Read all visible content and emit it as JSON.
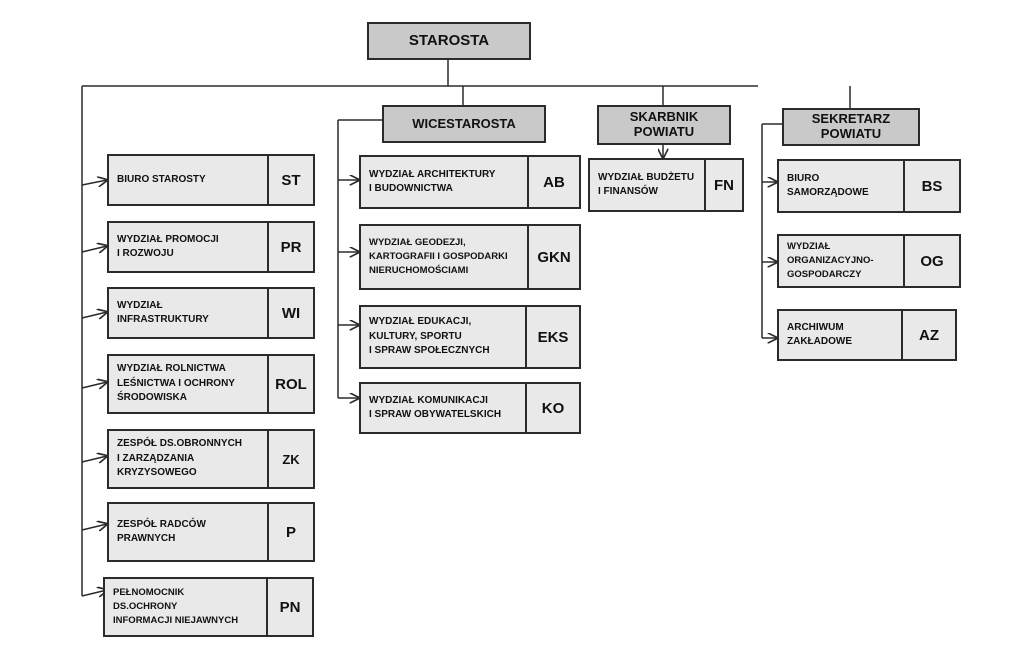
{
  "top": {
    "label": "STAROSTA"
  },
  "heads": {
    "wicestarosta": "WICESTAROSTA",
    "skarbnik": "SKARBNIK\nPOWIATU",
    "sekretarz": "SEKRETARZ\nPOWIATU"
  },
  "starosta_units": [
    {
      "name": "BIURO STAROSTY",
      "code": "ST"
    },
    {
      "name": "WYDZIAŁ PROMOCJI\nI ROZWOJU",
      "code": "PR"
    },
    {
      "name": "WYDZIAŁ\nINFRASTRUKTURY",
      "code": "WI"
    },
    {
      "name": "WYDZIAŁ ROLNICTWA\nLEŚNICTWA I OCHRONY\nŚRODOWISKA",
      "code": "ROL"
    },
    {
      "name": "ZESPÓŁ DS.OBRONNYCH\nI ZARZĄDZANIA\nKRYZYSOWEGO",
      "code": "ZK"
    },
    {
      "name": "ZESPÓŁ RADCÓW\nPRAWNYCH",
      "code": "P"
    },
    {
      "name": "PEŁNOMOCNIK\nDS.OCHRONY\nINFORMACJI NIEJAWNYCH",
      "code": "PN"
    }
  ],
  "wicestarosta_units": [
    {
      "name": "WYDZIAŁ ARCHITEKTURY\nI BUDOWNICTWA",
      "code": "AB"
    },
    {
      "name": "WYDZIAŁ GEODEZJI,\nKARTOGRAFII I GOSPODARKI\nNIERUCHOMOŚCIAMI",
      "code": "GKN"
    },
    {
      "name": "WYDZIAŁ EDUKACJI,\nKULTURY, SPORTU\nI SPRAW SPOŁECZNYCH",
      "code": "EKS"
    },
    {
      "name": "WYDZIAŁ KOMUNIKACJI\nI SPRAW OBYWATELSKICH",
      "code": "KO"
    }
  ],
  "skarbnik_units": [
    {
      "name": "WYDZIAŁ BUDŻETU\nI FINANSÓW",
      "code": "FN"
    }
  ],
  "sekretarz_units": [
    {
      "name": "BIURO\nSAMORZĄDOWE",
      "code": "BS"
    },
    {
      "name": "WYDZIAŁ\nORGANIZACYJNO-\nGOSPODARCZY",
      "code": "OG"
    },
    {
      "name": "ARCHIWUM\nZAKŁADOWE",
      "code": "AZ"
    }
  ]
}
